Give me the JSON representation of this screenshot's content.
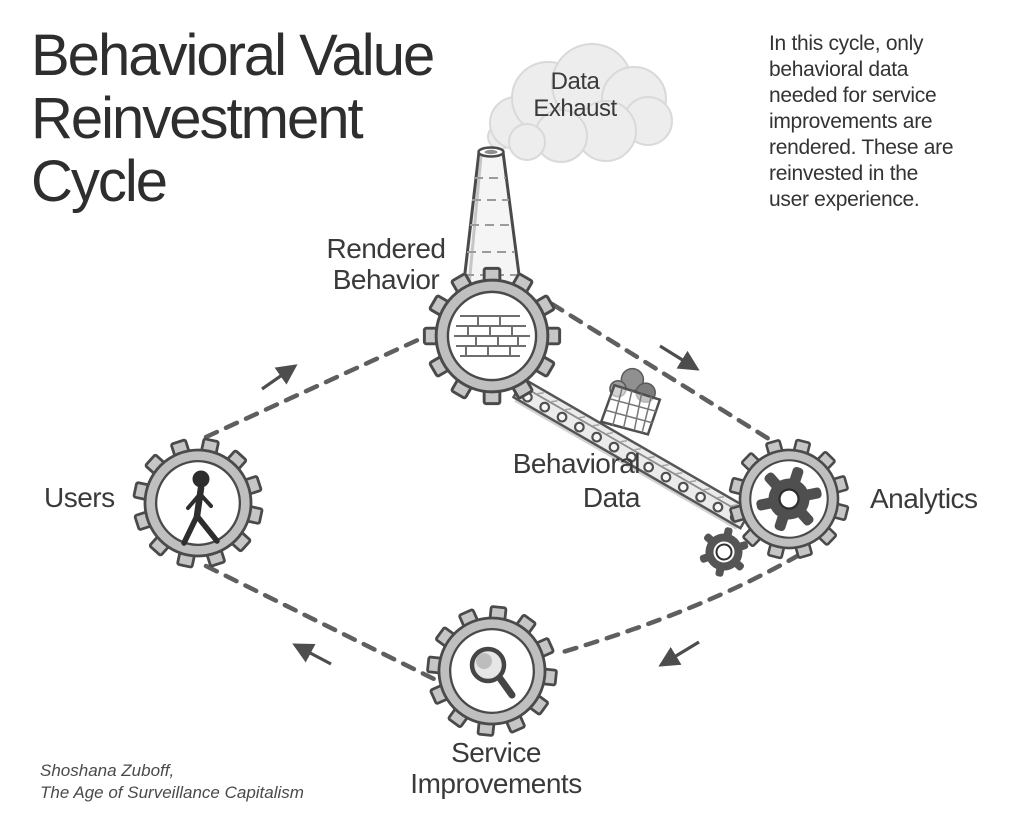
{
  "title": "Behavioral Value\nReinvestment\nCycle",
  "annotation": {
    "text": "In this cycle, only\nbehavioral data\nneeded for service\nimprovements are\nrendered. These are\nreinvested in the\nuser experience."
  },
  "attribution": {
    "text": "Shoshana Zuboff,\nThe Age of Surveillance Capitalism"
  },
  "diagram": {
    "direction": "clockwise",
    "nodes": [
      {
        "id": "users",
        "label": "Users",
        "icon": "walking-person-gear"
      },
      {
        "id": "rendered_behavior",
        "label": "Rendered\nBehavior",
        "icon": "brick-wall-gear"
      },
      {
        "id": "analytics",
        "label": "Analytics",
        "icon": "spoked-hub-gear"
      },
      {
        "id": "service_improvements",
        "label": "Service\nImprovements",
        "icon": "magnifying-glass-gear"
      }
    ],
    "labels": {
      "data_exhaust": "Data\nExhaust",
      "behavioral_data": "Behavioral\nData"
    },
    "edges": [
      {
        "from": "users",
        "to": "rendered_behavior",
        "style": "dashed-arrow"
      },
      {
        "from": "rendered_behavior",
        "to": "analytics",
        "style": "dashed-arrow"
      },
      {
        "from": "analytics",
        "to": "service_improvements",
        "style": "dashed-arrow"
      },
      {
        "from": "service_improvements",
        "to": "users",
        "style": "dashed-arrow"
      },
      {
        "from": "rendered_behavior",
        "to": "analytics",
        "style": "conveyor-belt",
        "label": "Behavioral\nData"
      }
    ]
  },
  "colors": {
    "ink": "#4a4a4a",
    "tooth_fill": "#c6c6c6",
    "smoke_fill": "#ededed",
    "background": "#ffffff"
  }
}
